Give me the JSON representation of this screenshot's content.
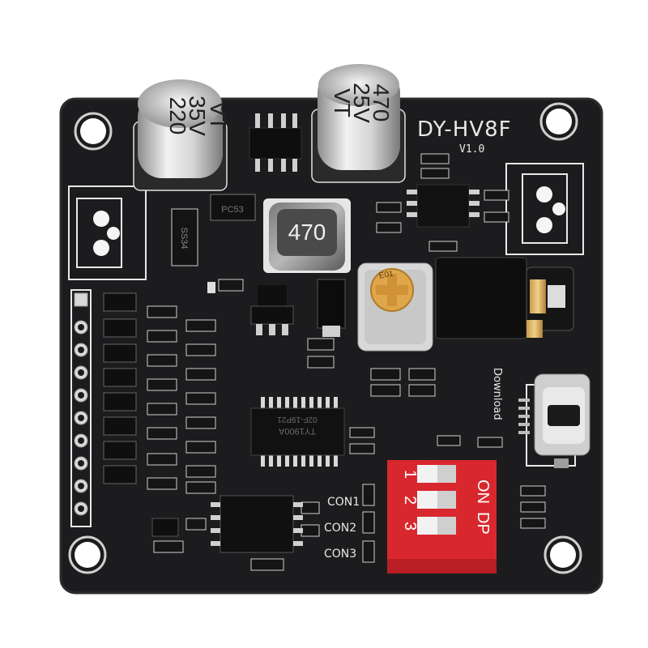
{
  "board": {
    "model": "DY-HV8F",
    "version": "V1.0",
    "pcb_color": "#1c1c1e",
    "silkscreen_color": "#e8e8e8"
  },
  "capacitors": [
    {
      "value": "220",
      "voltage": "35V",
      "series": "VT"
    },
    {
      "value": "470",
      "voltage": "25V",
      "series": "VT"
    }
  ],
  "inductor": {
    "value": "470"
  },
  "connector_labels": [
    "CON1",
    "CON2",
    "CON3"
  ],
  "dip_switch": {
    "color": "#d8282e",
    "label_on": "ON",
    "label_dp": "DP",
    "positions": [
      "1",
      "2",
      "3"
    ]
  },
  "usb_label": "Download",
  "chip_markings": {
    "main_ic": "TY1900A",
    "main_ic_code": "02F-19P21",
    "trim_pot": "E01",
    "diode": "SS34",
    "sot_diode": "PC53"
  }
}
